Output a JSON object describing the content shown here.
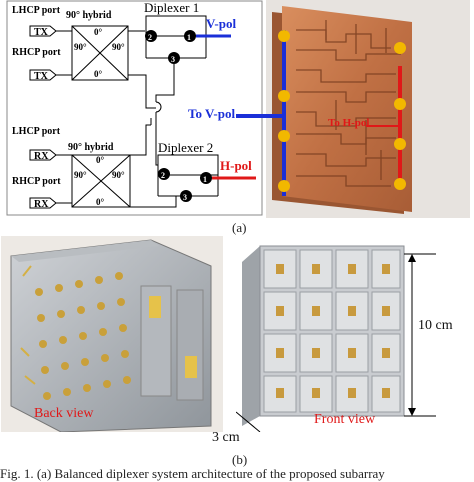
{
  "panel_a": {
    "diagram": {
      "lhcp_top": "LHCP port",
      "rhcp_top": "RHCP port",
      "tx1": "TX",
      "tx2": "TX",
      "hybrid_top": "90° hybrid",
      "deg0": "0°",
      "deg90": "90°",
      "diplexer1": "Diplexer 1",
      "diplexer2": "Diplexer 2",
      "vpol": "V-pol",
      "hpol": "H-pol",
      "lhcp_bot": "LHCP port",
      "rhcp_bot": "RHCP port",
      "rx1": "RX",
      "rx2": "RX",
      "hybrid_bot": "90° hybrid",
      "n1": "1",
      "n2": "2",
      "n3": "3"
    },
    "photo": {
      "to_vpol": "To V-pol",
      "to_hpol": "To H-pol"
    },
    "label": "(a)"
  },
  "panel_b": {
    "back_view": "Back view",
    "front_view": "Front view",
    "size_10": "10 cm",
    "size_3": "3 cm",
    "label": "(b)"
  },
  "caption": "Fig. 1.   (a) Balanced diplexer system architecture of the proposed subarray",
  "colors": {
    "vpol": "#1a2fd8",
    "hpol": "#e01818",
    "port_dot": "#f2b800",
    "copper": "#c8784a"
  }
}
